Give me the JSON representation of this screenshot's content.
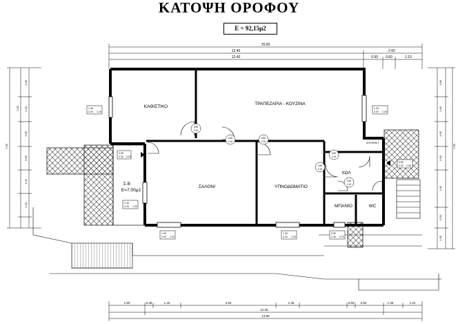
{
  "title": "ΚΑΤΟΨΗ ΟΡΟΦΟΥ",
  "area": "E = 92,15μ2",
  "rooms": {
    "kathistiko": "ΚΑΘΙΣΤΙΚΟ",
    "trapezaria": "ΤΡΑΠΕΖΑΡΙΑ - ΚΟΥΖΙΝΑ",
    "saloni": "ΣΑΛΟΝΙ",
    "ypnodomatio": "ΥΠΝΟΔΩΜΑΤΙΟ",
    "hol": "ΧΩΛ",
    "mpanio": "ΜΠΑΝΙΟ",
    "wc": "WC",
    "apothiki": "ΑΠΟΘΗΚΗ",
    "sb_title": "Σ.Β",
    "sb_area": "E=7,00μ2"
  },
  "dims_top": {
    "overall": "15.00",
    "r2_a": "12.40",
    "r2_b": "2.60",
    "r3_a": "12.40",
    "r3_b": "0.90",
    "r3_c": "0.60",
    "r3_d": "1.10"
  },
  "dims_bottom": {
    "b1": "1.80",
    "b2": "0.45",
    "b3": "1.40",
    "b4": "4.50",
    "b5": "1.35",
    "b6": "0.50",
    "b7": "0.50",
    "b8": "1.35",
    "b9": "1.10",
    "mid": "12.00",
    "tot": "13.90"
  },
  "dims_left": {
    "l1": "1.00",
    "l2": "1.40",
    "l3": "1.65",
    "l4": "0.90",
    "l5": "1.00",
    "l6": "1.40",
    "total": "7.55",
    "sub": "2.65"
  },
  "dims_right": {
    "r1": "1.80",
    "r2": "1.40",
    "r3": "1.65",
    "r4": "0.90",
    "r5": "1.40",
    "r6": "0.50",
    "r7": "1.05",
    "total": "7.55"
  },
  "openings": {
    "w_kath": [
      "1.40",
      "2.20",
      "1.20"
    ],
    "w_trap": [
      "1.40",
      "2.20",
      "1.20"
    ],
    "w_sb_top": [
      "0.90",
      "2.20",
      "0.00"
    ],
    "w_sb_bot": [
      "1.40",
      "2.20",
      "1.20"
    ],
    "w_apoth": [
      "0.80",
      "2.20",
      "0.00"
    ],
    "w_sal": [
      "1.40",
      "2.20",
      "1.20"
    ],
    "w_ypn": [
      "1.30",
      "2.20",
      "1.20"
    ],
    "w_mpan": [
      "0.50",
      "2.20",
      "0.70"
    ],
    "d1": [
      "0.80",
      "2.10"
    ],
    "d2": [
      "0.80",
      "2.10"
    ],
    "d3": [
      "0.80",
      "2.10"
    ],
    "d4": [
      "0.80",
      "2.10"
    ],
    "d5": [
      "0.80",
      "2.10"
    ],
    "d6": [
      "0.80",
      "2.10"
    ]
  }
}
